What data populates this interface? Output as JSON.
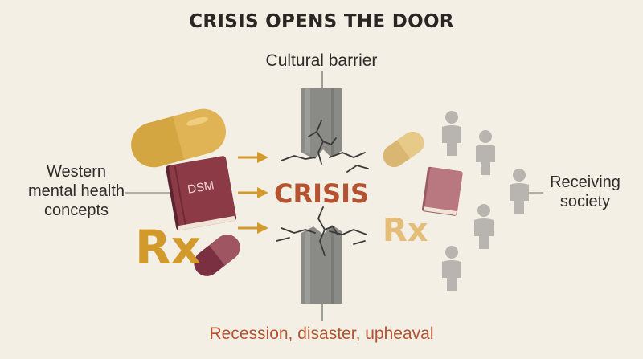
{
  "title": "CRISIS OPENS THE DOOR",
  "barrier_label": "Cultural barrier",
  "center_label": "CRISIS",
  "bottom_label": "Recession, disaster, upheaval",
  "left_label_lines": [
    "Western",
    "mental health",
    "concepts"
  ],
  "right_label_lines": [
    "Receiving",
    "society"
  ],
  "book_label": "DSM",
  "rx_symbol": "Rx",
  "colors": {
    "background": "#f3efe5",
    "title": "#2b2623",
    "crisis": "#b5522f",
    "bottom_label": "#b5522f",
    "pill_yellow": "#d4a641",
    "pill_maroon": "#7a3040",
    "book": "#8c3a46",
    "rx": "#d19a2a",
    "arrow": "#d19a2a",
    "barrier": "#8a8a86",
    "person": "#b8b5b0"
  },
  "icons": [
    "capsule-icon",
    "book-icon",
    "rx-icon",
    "arrow-icon",
    "person-icon"
  ]
}
